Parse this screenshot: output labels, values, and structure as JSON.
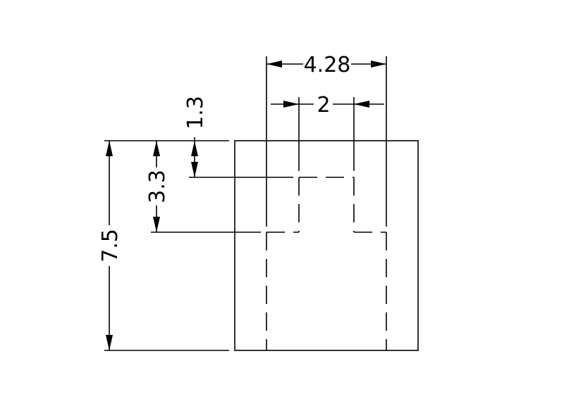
{
  "dimensions": {
    "overall_width": "4.28",
    "slot_width": "2",
    "slot_depth": "1.3",
    "step_depth": "3.3",
    "overall_height": "7.5"
  }
}
